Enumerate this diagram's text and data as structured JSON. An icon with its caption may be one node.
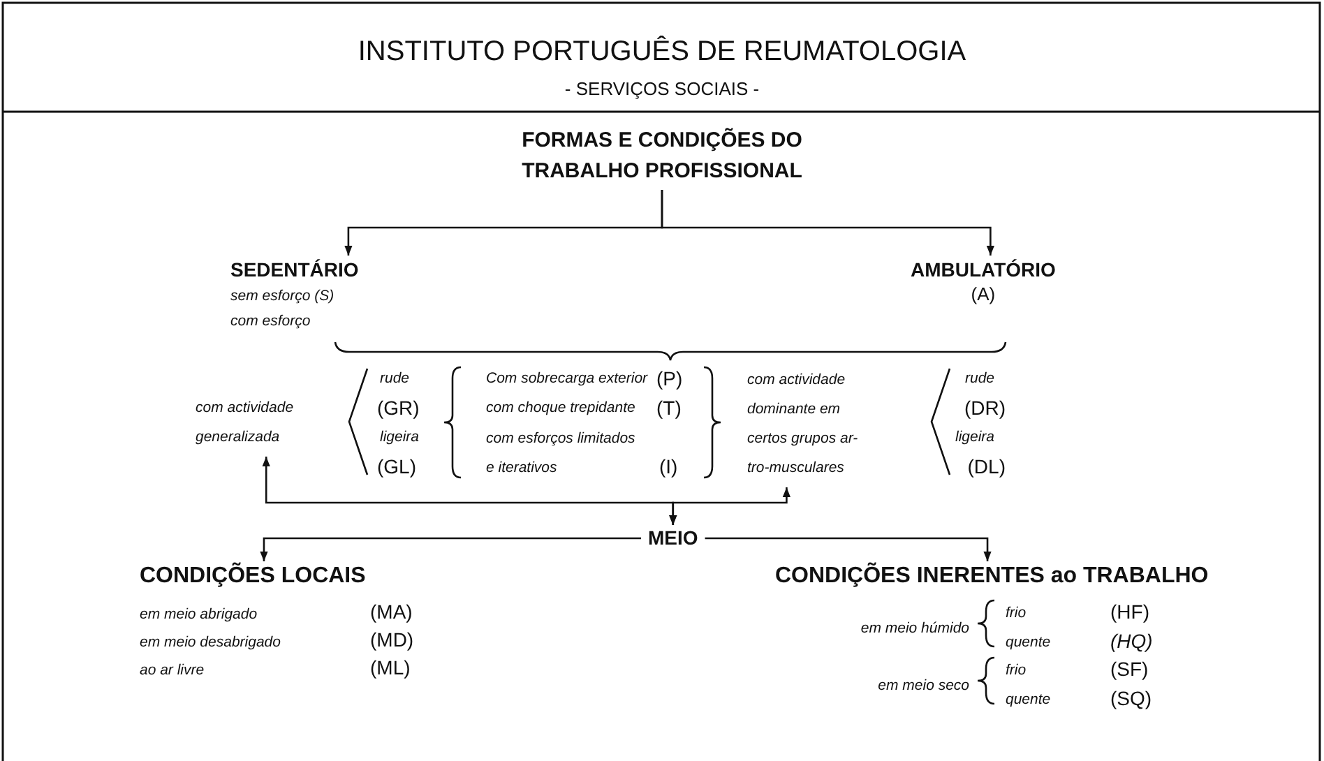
{
  "diagram": {
    "title": "INSTITUTO PORTUGUÊS DE REUMATOLOGIA",
    "nodes": [
      {
        "text": [
          "FORMAS E CONDIÇÕES DO TRABALHO PROFISSIONAL"
        ]
      },
      {
        "text": [
          "SEDENTÁRIO"
        ],
        "beside": [
          "sem esforço (S)",
          "com esforço"
        ]
      },
      {
        "text": [
          "AMBULATÓRIO"
        ],
        "beside": [
          "(A)"
        ]
      },
      {
        "text": [
          "com actividade generalizada"
        ]
      },
      {
        "text": [
          "com actividade dominante em certos grupos ar- tro-musculares"
        ]
      },
      {
        "text": [
          "MEIO"
        ]
      },
      {
        "text": [
          "CONDIÇÕES LOCAIS"
        ]
      },
      {
        "text": [
          "CONDIÇÕES INERENTES ao TRABALHO"
        ]
      }
    ],
    "edges": [
      {
        "from": 0,
        "to": 1,
        "arrow": "to"
      },
      {
        "from": 0,
        "to": 2,
        "arrow": "to"
      },
      {
        "from": 3,
        "to": 5,
        "arrow": "both"
      },
      {
        "from": 4,
        "to": 5,
        "arrow": "both"
      },
      {
        "from": 5,
        "to": 6,
        "arrow": "to"
      },
      {
        "from": 5,
        "to": 7,
        "arrow": "to"
      }
    ],
    "labels": [
      "- SERVIÇOS SOCIAIS -",
      "rude",
      "(GR)",
      "ligeira",
      "(GL)",
      "Com sobrecarga exterior",
      "(P)",
      "com choque trepidante",
      "(T)",
      "com esforços limitados e iterativos",
      "(I)",
      "rude",
      "(DR)",
      "ligeira",
      "(DL)",
      "em meio abrigado",
      "(MA)",
      "em meio desabrigado",
      "(MD)",
      "ao ar livre",
      "(ML)",
      "em meio húmido",
      "frio",
      "(HF)",
      "quente",
      "(HQ)",
      "em meio seco",
      "frio",
      "(SF)",
      "quente",
      "(SQ)"
    ]
  }
}
